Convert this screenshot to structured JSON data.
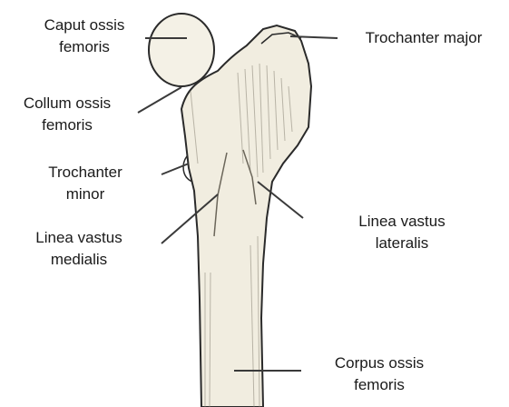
{
  "colors": {
    "bone_fill": "#f1ede0",
    "bone_outline": "#2a2a2a",
    "leader_line": "#3a3a3a",
    "text": "#1a1a1a",
    "background": "#ffffff"
  },
  "labels": {
    "caput": {
      "line1": "Caput ossis",
      "line2": "femoris"
    },
    "trochanter_major": {
      "line1": "Trochanter major"
    },
    "collum": {
      "line1": "Collum ossis",
      "line2": "femoris"
    },
    "trochanter_minor": {
      "line1": "Trochanter",
      "line2": "minor"
    },
    "linea_medialis": {
      "line1": "Linea vastus",
      "line2": "medialis"
    },
    "linea_lateralis": {
      "line1": "Linea vastus",
      "line2": "lateralis"
    },
    "corpus": {
      "line1": "Corpus ossis",
      "line2": "femoris"
    }
  }
}
